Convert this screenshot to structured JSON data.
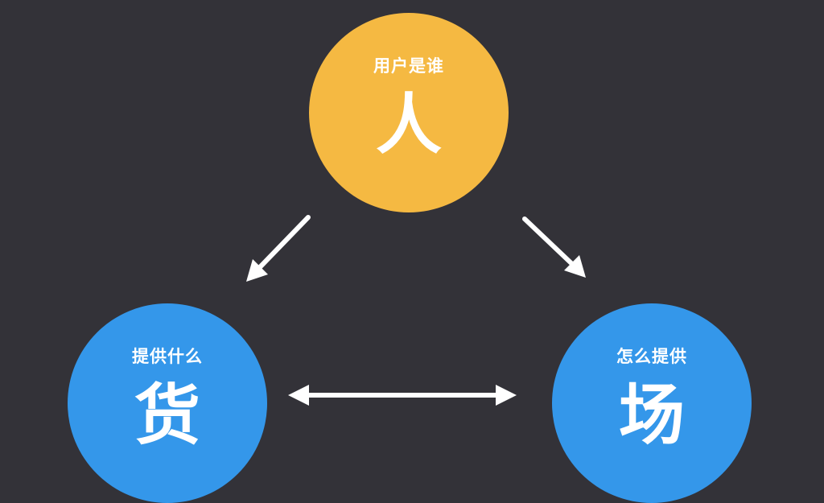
{
  "diagram": {
    "background": "#333238",
    "arrow_color": "#ffffff",
    "nodes": {
      "top": {
        "subtitle": "用户是谁",
        "label": "人",
        "color": "#F5B942"
      },
      "left": {
        "subtitle": "提供什么",
        "label": "货",
        "color": "#3497EA"
      },
      "right": {
        "subtitle": "怎么提供",
        "label": "场",
        "color": "#3497EA"
      }
    }
  }
}
